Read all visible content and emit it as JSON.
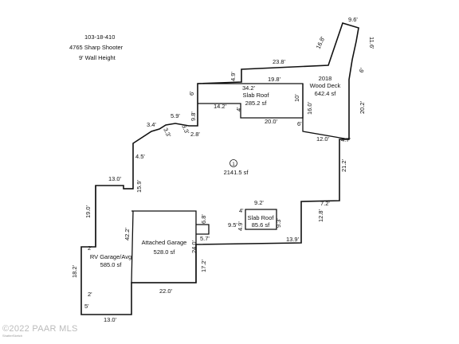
{
  "header": {
    "parcel": "103-18-410",
    "address": "4765 Sharp Shooter",
    "wall_height": "9' Wall Height"
  },
  "areas": {
    "slab_roof_top": {
      "name": "Slab Roof",
      "area": "285.2 sf"
    },
    "wood_deck": {
      "name": "2018",
      "name2": "Wood Deck",
      "area": "642.4 sf"
    },
    "main": {
      "marker": "1",
      "area": "2141.5 sf"
    },
    "slab_roof_small": {
      "name": "Slab Roof",
      "area": "85.6 sf"
    },
    "attached_garage": {
      "name": "Attached Garage",
      "area": "528.0 sf"
    },
    "rv_garage": {
      "name": "RV Garage/Avg",
      "area": "585.0 sf"
    }
  },
  "dimensions": {
    "d_9_6": "9.6'",
    "d_11_6": "11.6'",
    "d_16_8": "16.8'",
    "d_23_8": "23.8'",
    "d_6_deck": "6'",
    "d_4_9": "4.9'",
    "d_19_8": "19.8'",
    "d_34_2": "34.2'",
    "d_6_top": "6'",
    "d_10": "10'",
    "d_20_2": "20.2'",
    "d_14_2": "14.2'",
    "d_4_top": "4'",
    "d_16_0": "16.0'",
    "d_9_8": "9.8'",
    "d_20_0": "20.0'",
    "d_6_mid": "6'",
    "d_5_9": "5.9'",
    "d_3_4": "3.4'",
    "d_3_3a": "3.3'",
    "d_3_3b": "3.3'",
    "d_2_8": "2.8'",
    "d_12_0": "12.0'",
    "d_4_7": "4.7'",
    "d_4_5": "4.5'",
    "d_21_2": "21.2'",
    "d_13_0_top": "13.0'",
    "d_15_9": "15.9'",
    "d_9_2": "9.2'",
    "d_4_sr": "4'",
    "d_7_2": "7.2'",
    "d_19_0": "19.0'",
    "d_6_8": "6.8'",
    "d_4_9b": "4.9'",
    "d_9_5": "9.5'",
    "d_9_3": "9.3'",
    "d_12_8": "12.8'",
    "d_42_2": "42.2'",
    "d_13_9": "13.9'",
    "d_5_7": "5.7'",
    "d_2_a": "2'",
    "d_24_0": "24.0'",
    "d_17_2": "17.2'",
    "d_18_2": "18.2'",
    "d_2_b": "2'",
    "d_22_0": "22.0'",
    "d_5": "5'",
    "d_13_0_bot": "13.0'"
  },
  "footer": {
    "copyright": "©2022 PAAR MLS",
    "tiny": "ShatterSketch"
  }
}
